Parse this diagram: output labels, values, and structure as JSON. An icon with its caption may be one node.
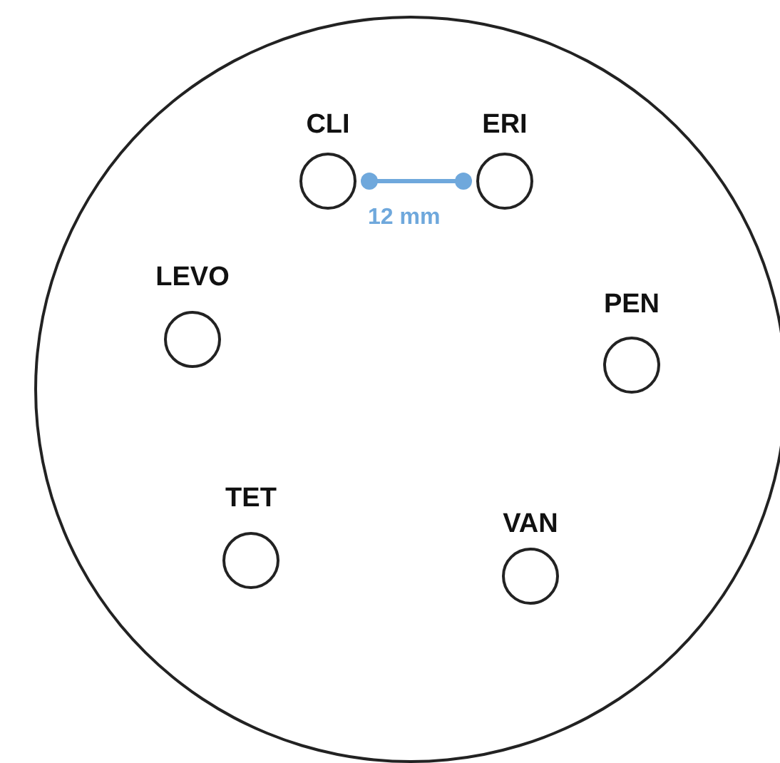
{
  "diagram": {
    "nodes": [
      {
        "text": [],
        "shape": "circle"
      },
      {
        "text": [
          "CLI"
        ],
        "in": 0
      },
      {
        "text": [
          "ERI"
        ],
        "in": 0
      },
      {
        "text": [
          "LEVO"
        ],
        "in": 0
      },
      {
        "text": [
          "PEN"
        ],
        "in": 0
      },
      {
        "text": [
          "TET"
        ],
        "in": 0
      },
      {
        "text": [
          "VAN"
        ],
        "in": 0
      }
    ],
    "edges": [],
    "labels": [
      "12 mm"
    ]
  }
}
